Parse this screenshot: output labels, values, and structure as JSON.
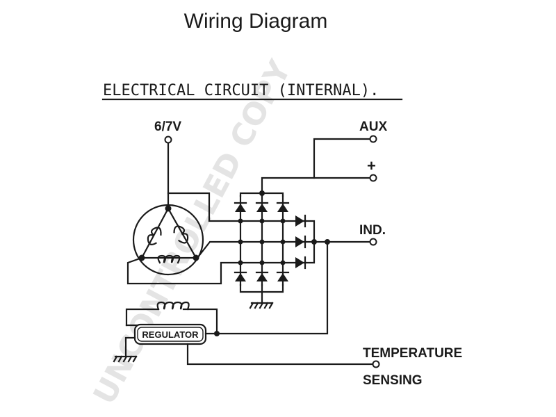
{
  "page": {
    "title": "Wiring Diagram",
    "subtitle": "ELECTRICAL CIRCUIT (INTERNAL).",
    "watermark": "UNCONTROLLED COPY"
  },
  "terminals": {
    "v67": "6/7V",
    "aux": "AUX",
    "plus": "+",
    "ind": "IND.",
    "temp_line1": "TEMPERATURE",
    "temp_line2": "SENSING"
  },
  "components": {
    "regulator": "REGULATOR"
  },
  "colors": {
    "ink": "#1a1a1a",
    "watermark": "#cfcfcf",
    "background": "#ffffff"
  }
}
